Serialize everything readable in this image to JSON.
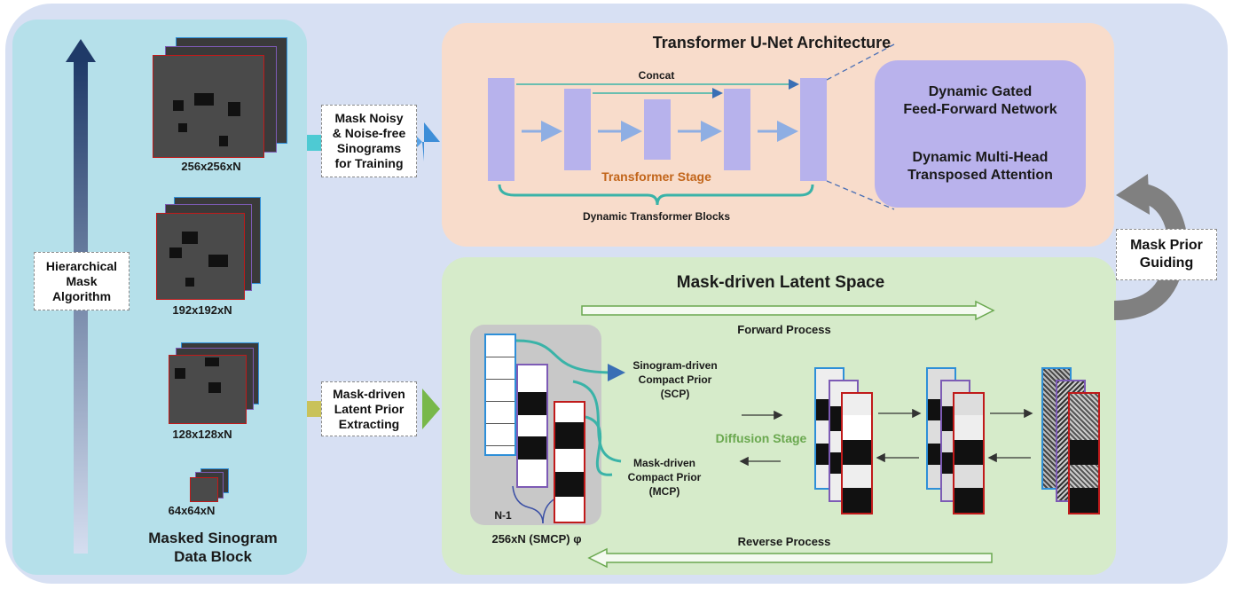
{
  "left_panel": {
    "title": "Masked Sinogram\nData Block",
    "algorithm_label": "Hierarchical\nMask\nAlgorithm",
    "scales": [
      "256x256xN",
      "192x192xN",
      "128x128xN",
      "64x64xN"
    ]
  },
  "arrows": {
    "top_label": "Mask Noisy\n& Noise-free\nSinograms\nfor Training",
    "bottom_label": "Mask-driven\nLatent Prior\nExtracting",
    "guide_label": "Mask Prior\nGuiding"
  },
  "unet": {
    "title": "Transformer U-Net Architecture",
    "concat": "Concat",
    "stage": "Transformer Stage",
    "blocks": "Dynamic Transformer Blocks",
    "detail_top": "Dynamic Gated\nFeed-Forward Network",
    "detail_bottom": "Dynamic Multi-Head\nTransposed Attention"
  },
  "latent": {
    "title": "Mask-driven Latent Space",
    "forward": "Forward Process",
    "reverse": "Reverse Process",
    "scp": "Sinogram-driven\nCompact Prior\n(SCP)",
    "mcp": "Mask-driven\nCompact Prior\n(MCP)",
    "diffusion": "Diffusion Stage",
    "n1": "N-1",
    "smcp": "256xN (SMCP) φ"
  },
  "colors": {
    "unet_bar": "#b7b2ec",
    "unet_arrow": "#8eaee3",
    "stage_text": "#c2651a",
    "diffusion_text": "#6aa84f",
    "detail_bg": "#b9b2ec"
  }
}
